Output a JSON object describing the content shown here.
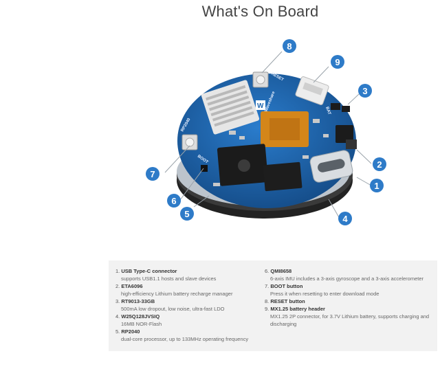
{
  "header": {
    "title": "What's On Board"
  },
  "callouts": [
    {
      "num": "1",
      "color": "#2e7bc8"
    },
    {
      "num": "2",
      "color": "#2e7bc8"
    },
    {
      "num": "3",
      "color": "#2e7bc8"
    },
    {
      "num": "4",
      "color": "#2e7bc8"
    },
    {
      "num": "5",
      "color": "#2e7bc8"
    },
    {
      "num": "6",
      "color": "#2e7bc8"
    },
    {
      "num": "7",
      "color": "#2e7bc8"
    },
    {
      "num": "8",
      "color": "#2e7bc8"
    },
    {
      "num": "9",
      "color": "#2e7bc8"
    }
  ],
  "board": {
    "logo": "W",
    "brand": "Waveshare",
    "label_rp": "RP2040",
    "label_boot": "BOOT",
    "label_reset": "RESET",
    "label_bat": "BAT",
    "colors": {
      "pcb": "#1e66b0",
      "pcb_dark": "#134b85",
      "chip": "#1b1b1b",
      "shell": "#2a2a2a",
      "shield": "#d4861a"
    }
  },
  "items": [
    {
      "num": "1.",
      "name": "USB Type-C connector",
      "desc": "supports USB1.1 hosts and slave devices"
    },
    {
      "num": "2.",
      "name": "ETA6096",
      "desc": "high-efficiency Lithium battery recharge manager"
    },
    {
      "num": "3.",
      "name": "RT9013-33GB",
      "desc": "500mA low dropout, low noise, ultra-fast LDO"
    },
    {
      "num": "4.",
      "name": "W25Q128JVSIQ",
      "desc": "16MB NOR-Flash"
    },
    {
      "num": "5.",
      "name": "RP2040",
      "desc": "dual-core processor, up to 133MHz operating frequency"
    },
    {
      "num": "6.",
      "name": "QMI8658",
      "desc": "6-axis IMU includes a 3-axis gyroscope and a 3-axis accelerometer"
    },
    {
      "num": "7.",
      "name": "BOOT button",
      "desc": "Press it when resetting to enter download mode"
    },
    {
      "num": "8.",
      "name": "RESET button",
      "desc": ""
    },
    {
      "num": "9.",
      "name": "MX1.25 battery header",
      "desc": "MX1.25 2P connector, for 3.7V Lithium battery, supports charging and discharging"
    }
  ]
}
